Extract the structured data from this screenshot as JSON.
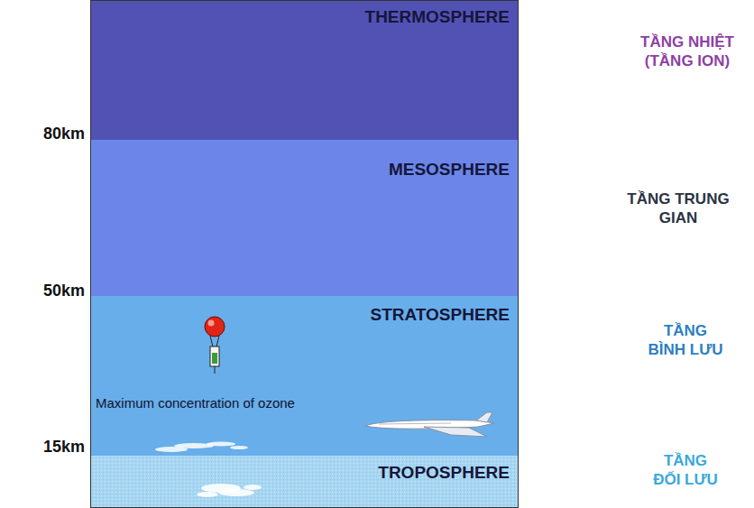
{
  "diagram": {
    "nodes": [
      {
        "text": [
          "THERMOSPHERE"
        ]
      },
      {
        "text": [
          "MESOSPHERE"
        ]
      },
      {
        "text": [
          "STRATOSPHERE",
          "Maximum concentration of ozone"
        ]
      },
      {
        "text": [
          "TROPOSPHERE"
        ]
      }
    ],
    "labels": [
      "80km",
      "50km",
      "15km",
      "TẦNG NHIỆT (TẦNG ION)",
      "TẦNG TRUNG GIAN",
      "TẦNG BÌNH LƯU",
      "TẦNG ĐỐI LƯU"
    ]
  }
}
